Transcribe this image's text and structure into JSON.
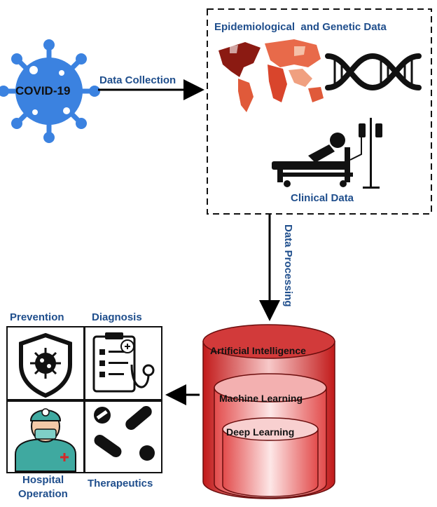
{
  "covid": {
    "label": "COVID-19"
  },
  "arrows": {
    "collection_label": "Data Collection",
    "processing_label": "Data Processing"
  },
  "data_box": {
    "title": "Epidemiological  and Genetic Data",
    "clinical_label": "Clinical Data"
  },
  "ai_cylinder": {
    "outer_label": "Artificial Intelligence",
    "middle_label": "Machine Learning",
    "inner_label": "Deep Learning"
  },
  "outcomes": [
    {
      "label": "Prevention",
      "icon": "virus-shield-icon"
    },
    {
      "label": "Diagnosis",
      "icon": "clipboard-stethoscope-icon"
    },
    {
      "label_lines": [
        "Hospital",
        "Operation"
      ],
      "icon": "doctor-icon"
    },
    {
      "label": "Therapeutics",
      "icon": "pills-icon"
    }
  ],
  "colors": {
    "virus": "#3b82e0",
    "label_blue": "#1f4e8c",
    "cylinder_red": "#cc1f1f",
    "map_red": "#d9452c",
    "doctor_teal": "#3fa9a0"
  }
}
